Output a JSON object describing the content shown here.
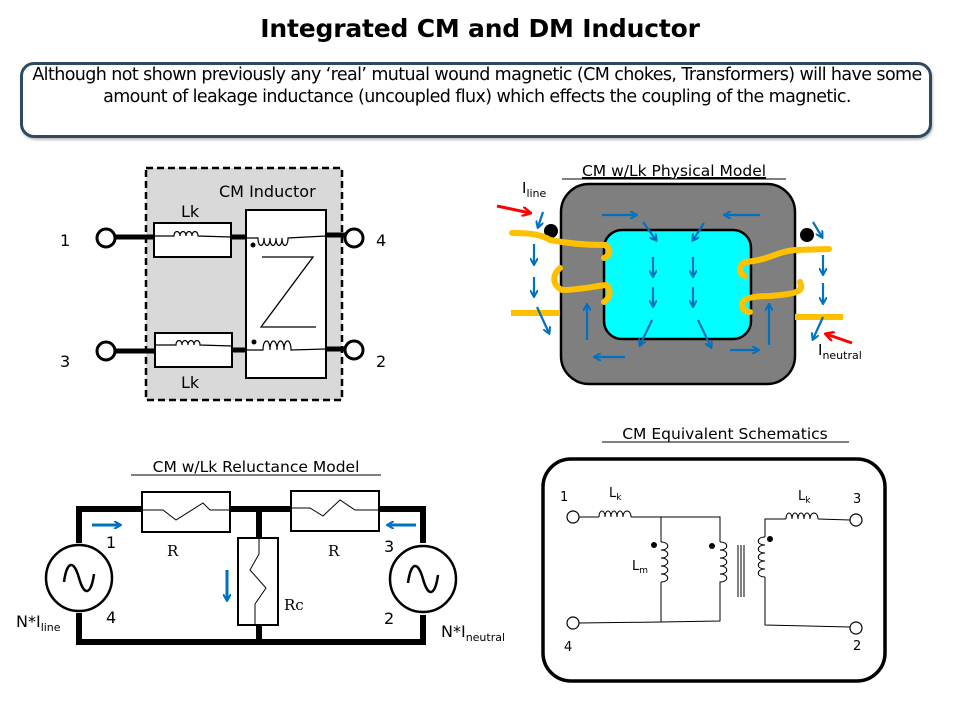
{
  "slide": {
    "title": "Integrated CM and DM Inductor",
    "callout_text": "Although not shown previously any ‘real’ mutual wound magnetic (CM chokes, Transformers) will have some amount of leakage inductance (uncoupled flux) which effects the coupling of the magnetic."
  },
  "colors": {
    "callout_border": "#2e4a62",
    "gray_box": "#d9d9d9",
    "core_gray": "#7f7f7f",
    "window_cyan": "#00ffff",
    "winding_gold": "#ffc000",
    "flux_blue": "#0070c0",
    "current_red": "#ff0000"
  },
  "cm_inductor_block": {
    "box_label": "CM Inductor",
    "lk_top": "Lk",
    "lk_bottom": "Lk",
    "ports": {
      "p1": "1",
      "p3": "3",
      "p4": "4",
      "p2": "2"
    }
  },
  "physical_model": {
    "title": "CM w/Lk Physical Model",
    "i_line": {
      "main": "I",
      "sub": "line"
    },
    "i_neutral": {
      "main": "I",
      "sub": "neutral"
    }
  },
  "reluctance_model": {
    "title": "CM w/Lk Reluctance Model",
    "r_left": "R",
    "r_right": "R",
    "rc": "Rc",
    "node_1": "1",
    "node_4": "4",
    "node_3": "3",
    "node_2": "2",
    "src_left": {
      "main": "N*I",
      "sub": "line"
    },
    "src_right": {
      "main": "N*I",
      "sub": "neutral"
    }
  },
  "equivalent_schematic": {
    "title": "CM Equivalent Schematics",
    "lk_left": {
      "main": "L",
      "sub": "k"
    },
    "lk_right": {
      "main": "L",
      "sub": "k"
    },
    "lm": {
      "main": "L",
      "sub": "m"
    },
    "port_1": "1",
    "port_4": "4",
    "port_3": "3",
    "port_2": "2"
  }
}
